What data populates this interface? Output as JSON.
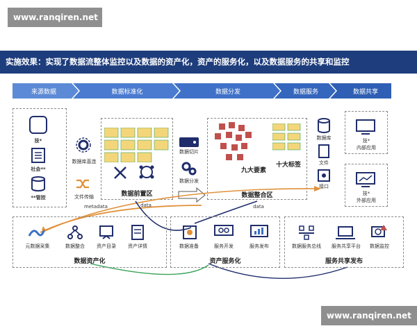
{
  "watermark_top": "www.ranqiren.net",
  "watermark_bottom": "www.ranqiren.net",
  "title": "实施效果：实现了数据流整体监控以及数据的资产化，资产的服务化，以及数据服务的共享和监控",
  "stages": [
    "来源数据",
    "数据标准化",
    "数据分发",
    "数据服务",
    "数据共享"
  ],
  "source": {
    "items": [
      "技*",
      "社会**",
      "**管控"
    ]
  },
  "middle": {
    "db_direct": "数据库直连",
    "file_transfer": "文件传输",
    "metadata": "metadata"
  },
  "front_zone": {
    "label": "数据前置区",
    "data": "data"
  },
  "slice": {
    "cut": "数据切片",
    "distribute": "数据分发"
  },
  "integration": {
    "label": "数据整合区",
    "elements": "九大要素",
    "tags": "十大标签",
    "data": "data"
  },
  "service_types": [
    "数据库",
    "文件",
    "接口"
  ],
  "share": {
    "internal": "技*\n内部应用",
    "external": "技*\n外部应用"
  },
  "asset": {
    "title": "数据资产化",
    "items": [
      "元数据采集",
      "数据整合",
      "资产目录",
      "资产详情"
    ]
  },
  "asset_service": {
    "title": "资产服务化",
    "items": [
      "数据准备",
      "服务开发",
      "服务发布"
    ]
  },
  "share_publish": {
    "title": "服务共享发布",
    "items": [
      "数据服务总线",
      "服务共享平台",
      "数据监控"
    ]
  },
  "colors": {
    "title_bg": "#1d3d7c",
    "stage_blue": "#3a6fc4",
    "orange": "#e0913a",
    "navy": "#1f2d6b",
    "green": "#3aa35a",
    "red": "#c0504d",
    "yellow": "#f4d67a"
  }
}
